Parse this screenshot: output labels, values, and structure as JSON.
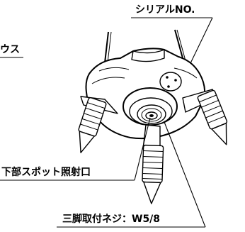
{
  "labels": {
    "serial_no": "シリアルNO.",
    "partial_left": "ウス",
    "spot_window": "下部スポット照射口",
    "tripod_screw": "三脚取付ネジ：W5/8"
  }
}
